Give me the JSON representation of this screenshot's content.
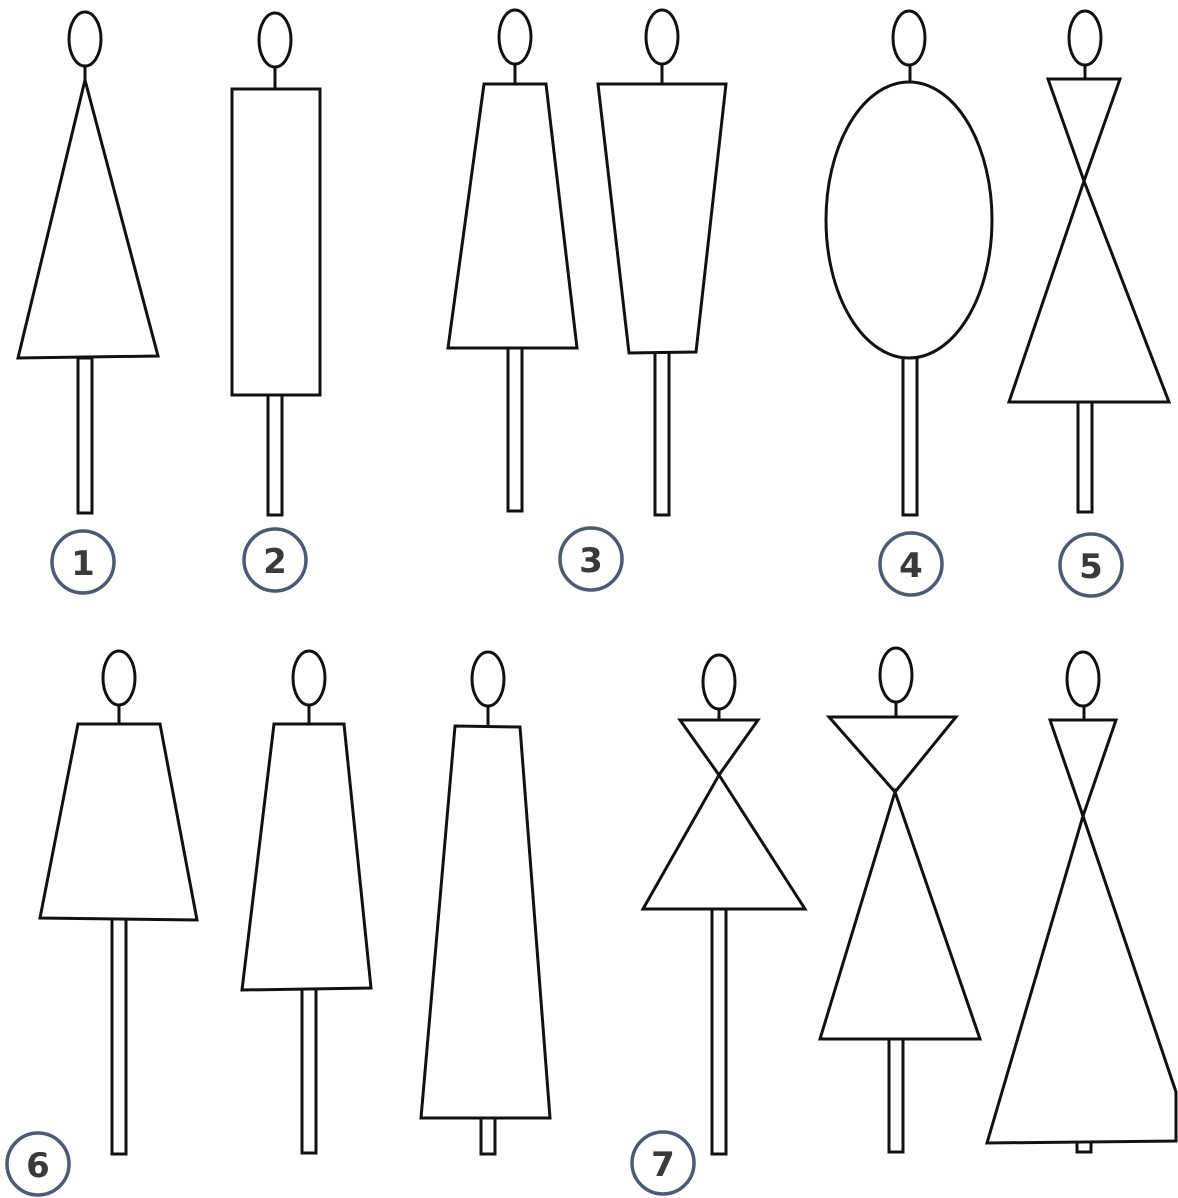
{
  "labels": [
    "1",
    "2",
    "3",
    "4",
    "5",
    "6",
    "7"
  ],
  "colors": {
    "outline": "#111111",
    "fill": "#ffffff",
    "badge_ring": "#4a5a78",
    "badge_text": "#3a3a3a"
  }
}
